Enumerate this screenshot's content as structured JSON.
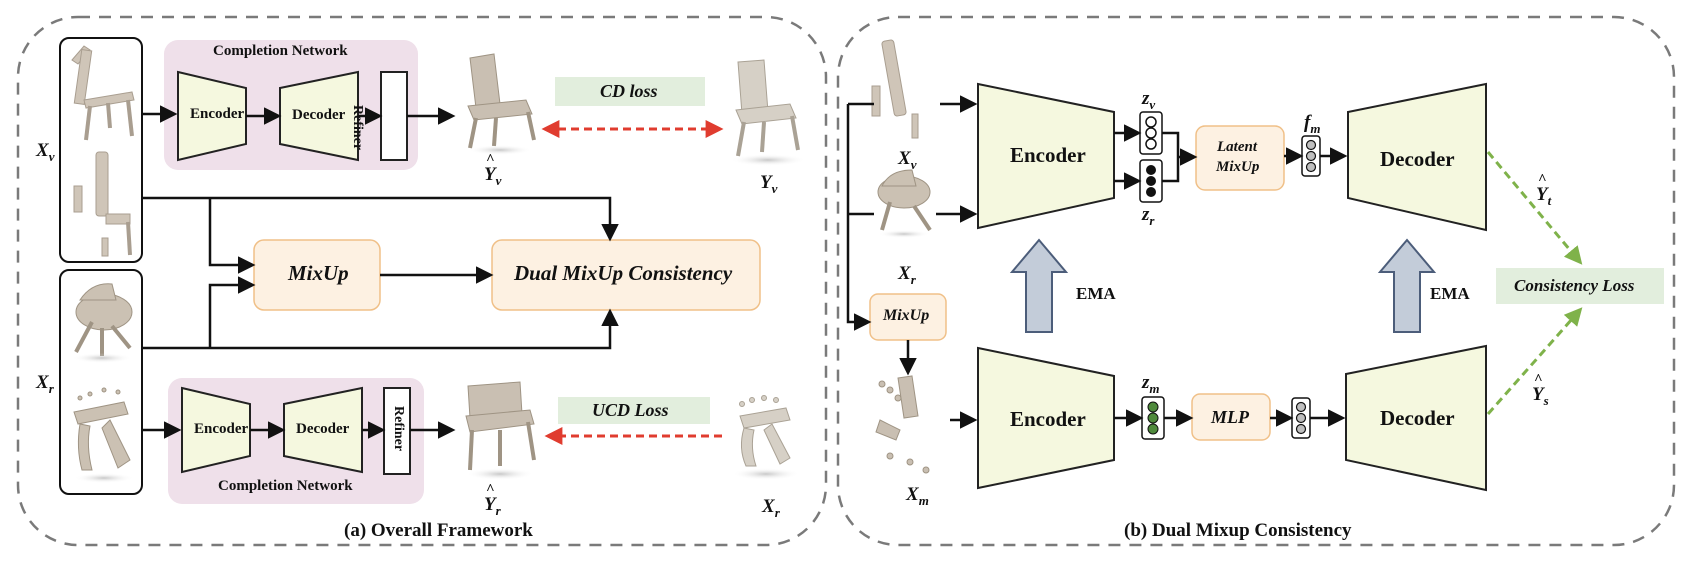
{
  "colors": {
    "frame_dash": "#7a7a7a",
    "completion_bg": "#efe0ea",
    "block_fill": "#f5f8df",
    "block_stroke": "#222222",
    "mixup_fill": "#fdf1e2",
    "mixup_stroke": "#f0c088",
    "loss_fill": "#e2eedd",
    "red_dashed": "#e03c2f",
    "green_dashed": "#7fb24a",
    "ema_arrow_fill": "#c3ccd9",
    "ema_arrow_stroke": "#4c5d7a",
    "node_green": "#4f8a3c",
    "node_black": "#111111",
    "node_grey": "#bfbfbf",
    "chair_point_color": "#c8beb2"
  },
  "panel_a": {
    "caption": "(a) Overall Framework",
    "top_completion_label": "Completion Network",
    "bottom_completion_label": "Completion Network",
    "encoder_label": "Encoder",
    "decoder_label": "Decoder",
    "refiner_label": "Refiner",
    "cd_loss_label": "CD loss",
    "ucd_loss_label": "UCD Loss",
    "mixup_label": "MixUp",
    "dual_consistency_label": "Dual MixUp Consistency",
    "symbols": {
      "xv": "X",
      "xv_sub": "v",
      "xr": "X",
      "xr_sub": "r",
      "yv_hat": "Y",
      "yv_hat_sub": "v",
      "yv": "Y",
      "yv_sub": "v",
      "yr_hat": "Y",
      "yr_hat_sub": "r",
      "xr_target": "X",
      "xr_target_sub": "r"
    }
  },
  "panel_b": {
    "caption": "(b) Dual Mixup Consistency",
    "encoder_label": "Encoder",
    "decoder_label": "Decoder",
    "latent_mixup_line1": "Latent",
    "latent_mixup_line2": "MixUp",
    "mlp_label": "MLP",
    "mixup_label": "MixUp",
    "ema_label": "EMA",
    "consistency_loss_label": "Consistency Loss",
    "symbols": {
      "xv": "X",
      "xv_sub": "v",
      "xr": "X",
      "xr_sub": "r",
      "xm": "X",
      "xm_sub": "m",
      "zv": "z",
      "zv_sub": "v",
      "zr": "z",
      "zr_sub": "r",
      "zm": "z",
      "zm_sub": "m",
      "fm": "f",
      "fm_sub": "m",
      "yt_hat": "Y",
      "yt_hat_sub": "t",
      "ys_hat": "Y",
      "ys_hat_sub": "s"
    }
  }
}
